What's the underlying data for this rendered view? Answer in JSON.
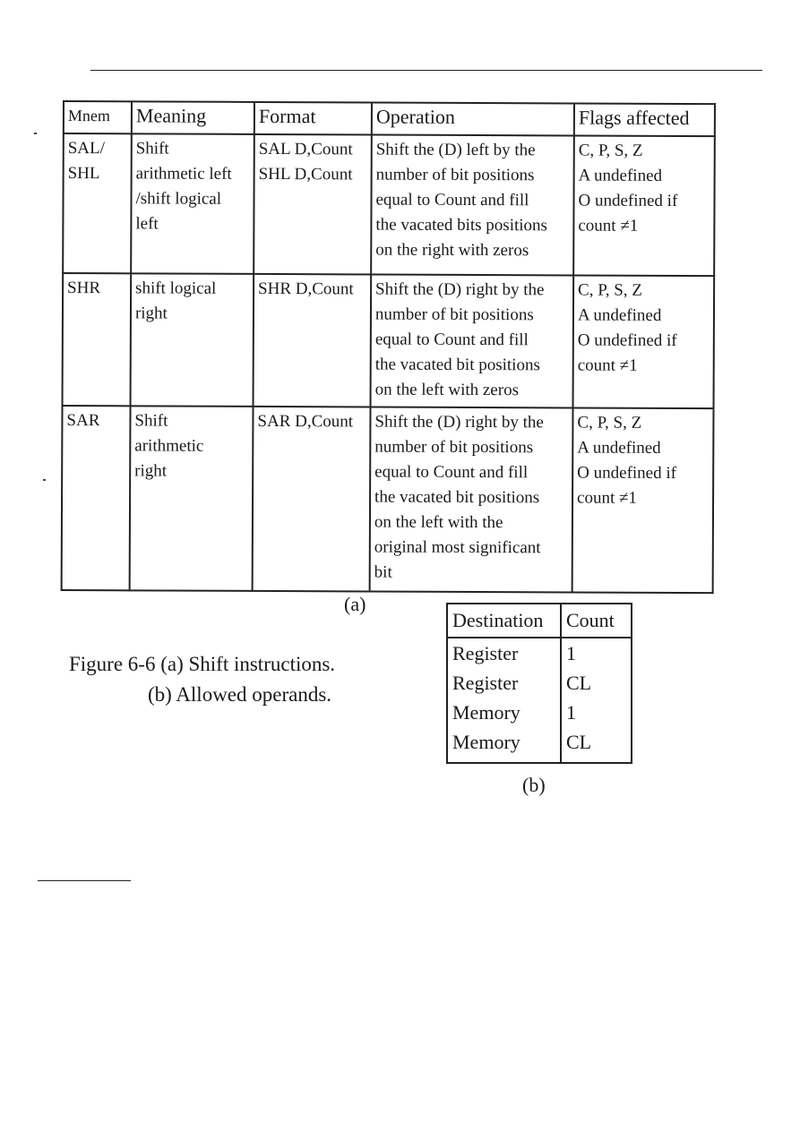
{
  "shift_table": {
    "headers": [
      "Mnem",
      "Meaning",
      "Format",
      "Operation",
      "Flags affected"
    ],
    "rows": [
      {
        "mnem": [
          "SAL/",
          "SHL"
        ],
        "meaning": [
          "Shift",
          "arithmetic left",
          "/shift logical",
          "left"
        ],
        "format": [
          "SAL D,Count",
          "SHL D,Count"
        ],
        "operation": [
          "Shift the (D) left by the",
          "number of bit positions",
          "equal to Count and fill",
          "the vacated bits positions",
          "on the right with zeros"
        ],
        "flags": [
          "C, P, S, Z",
          "A undefined",
          "O undefined if",
          "count ≠1"
        ]
      },
      {
        "mnem": [
          "SHR"
        ],
        "meaning": [
          "shift logical",
          "right"
        ],
        "format": [
          "SHR D,Count"
        ],
        "operation": [
          "Shift the (D) right by the",
          "number of bit positions",
          "equal to Count and fill",
          "the vacated bit positions",
          "on the left with zeros"
        ],
        "flags": [
          "C, P, S, Z",
          "A undefined",
          "O undefined if",
          "count ≠1"
        ]
      },
      {
        "mnem": [
          "SAR"
        ],
        "meaning": [
          "Shift",
          "arithmetic",
          "right"
        ],
        "format": [
          "SAR D,Count"
        ],
        "operation": [
          "Shift the (D) right by the",
          "number of bit positions",
          "equal to Count and fill",
          "the vacated bit positions",
          "on the left with the",
          "original most significant",
          "bit"
        ],
        "flags": [
          "C, P, S, Z",
          "A undefined",
          "O undefined if",
          "count ≠1"
        ]
      }
    ]
  },
  "caption_a": "(a)",
  "figure_caption": {
    "line1": "Figure 6-6 (a) Shift instructions.",
    "line2": "(b) Allowed operands."
  },
  "operands_table": {
    "headers": [
      "Destination",
      "Count"
    ],
    "rows": [
      [
        "Register",
        "1"
      ],
      [
        "Register",
        "CL"
      ],
      [
        "Memory",
        "1"
      ],
      [
        "Memory",
        "CL"
      ]
    ]
  },
  "caption_b": "(b)"
}
